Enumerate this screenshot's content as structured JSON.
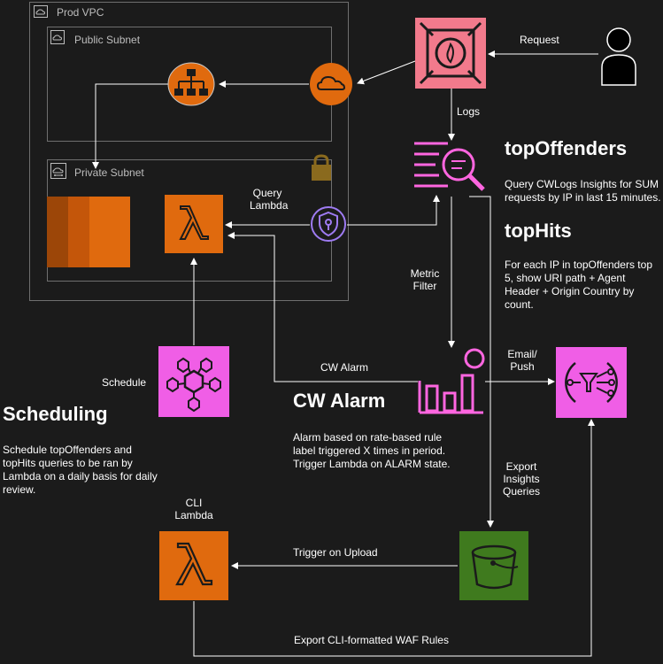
{
  "groups": {
    "vpc": "Prod VPC",
    "public_subnet": "Public Subnet",
    "private_subnet": "Private Subnet"
  },
  "labels": {
    "request": "Request",
    "logs": "Logs",
    "query_lambda": "Query\nLambda",
    "metric_filter": "Metric\nFilter",
    "cw_alarm_edge": "CW Alarm",
    "email_push": "Email/\nPush",
    "schedule": "Schedule",
    "export_insights": "Export\nInsights\nQueries",
    "cli_lambda": "CLI\nLambda",
    "trigger_upload": "Trigger on Upload",
    "export_cli": "Export CLI-formatted WAF Rules"
  },
  "sections": {
    "top_offenders_title": "topOffenders",
    "top_offenders_desc": "Query CWLogs Insights for SUM requests by IP in last 15 minutes.",
    "top_hits_title": "topHits",
    "top_hits_desc": "For each IP in topOffenders top 5, show URI path + Agent Header + Origin Country by count.",
    "cw_alarm_title": "CW Alarm",
    "cw_alarm_desc": "Alarm based on rate-based rule label triggered X times in period. Trigger Lambda on ALARM state.",
    "scheduling_title": "Scheduling",
    "scheduling_desc": "Schedule topOffenders and topHits queries to be ran by Lambda on a daily basis for daily review."
  },
  "colors": {
    "waf": "#f27a8c",
    "orange": "#e06a0e",
    "pink": "#f05ee6",
    "magenta_line": "#ff66e0",
    "green": "#3f7a1e",
    "vpc_icon": "#a6cf48"
  },
  "icons": [
    "waf-icon",
    "user-icon",
    "cloudfront-icon",
    "load-balancer-icon",
    "ec2-icon",
    "lambda-icon",
    "vpc-endpoint-icon",
    "logs-insights-icon",
    "cloudwatch-alarm-icon",
    "sns-icon",
    "eventbridge-icon",
    "s3-bucket-icon",
    "lock-icon"
  ]
}
